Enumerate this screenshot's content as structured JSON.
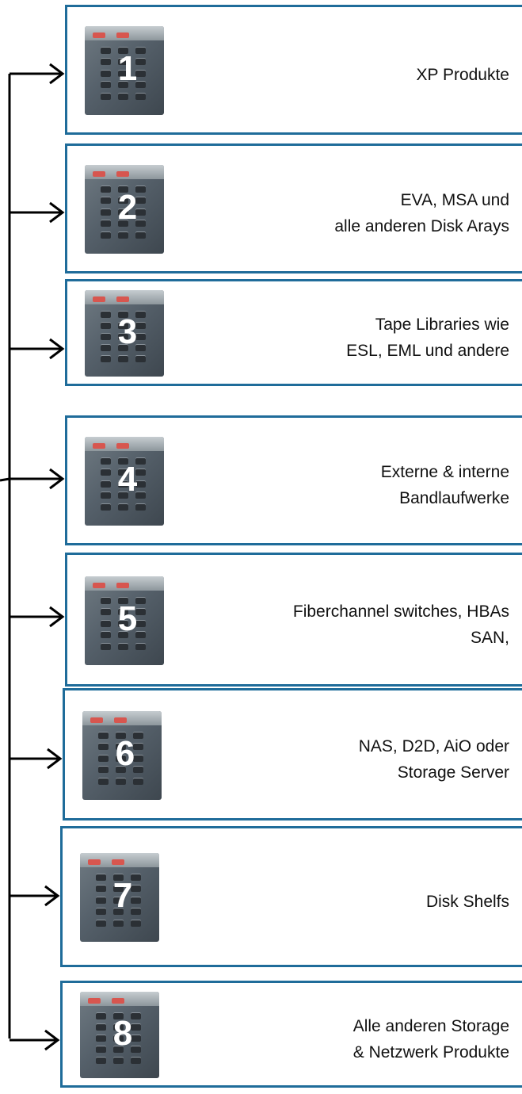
{
  "colors": {
    "box_border": "#1f6c9a",
    "connector": "#000000",
    "keypad_red": "#d7564f"
  },
  "menu": {
    "items": [
      {
        "digit": "1",
        "lines": [
          "XP Produkte"
        ]
      },
      {
        "digit": "2",
        "lines": [
          "EVA, MSA und",
          "alle anderen Disk Arays"
        ]
      },
      {
        "digit": "3",
        "lines": [
          "Tape Libraries wie",
          "ESL, EML und andere"
        ]
      },
      {
        "digit": "4",
        "lines": [
          "Externe & interne",
          "Bandlaufwerke"
        ]
      },
      {
        "digit": "5",
        "lines": [
          "Fiberchannel switches, HBAs",
          "SAN,"
        ]
      },
      {
        "digit": "6",
        "lines": [
          "NAS, D2D, AiO oder",
          "Storage Server"
        ]
      },
      {
        "digit": "7",
        "lines": [
          "Disk Shelfs"
        ]
      },
      {
        "digit": "8",
        "lines": [
          "Alle anderen Storage",
          "& Netzwerk Produkte"
        ]
      }
    ]
  }
}
